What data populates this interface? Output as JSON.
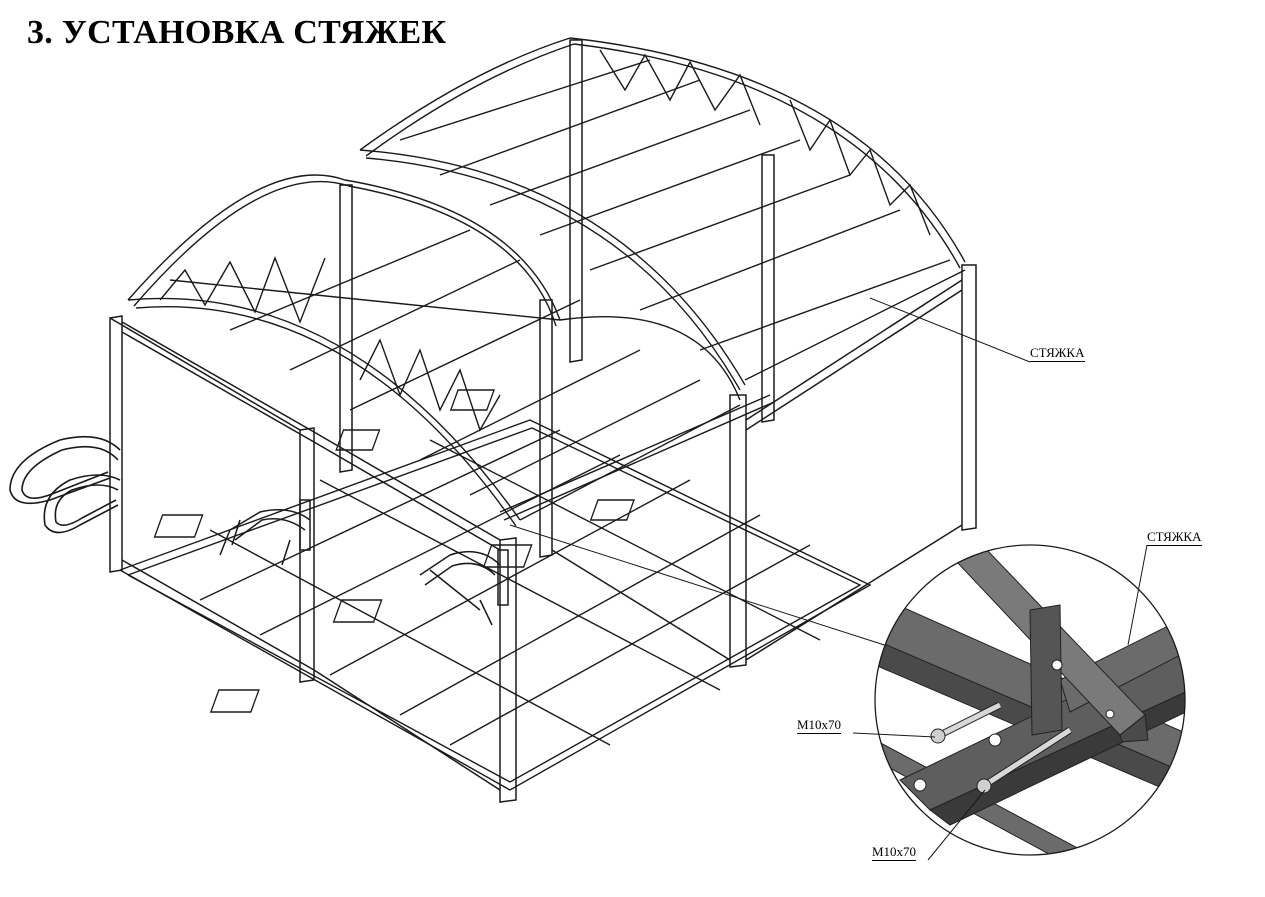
{
  "title": "3. УСТАНОВКА СТЯЖЕК",
  "callouts": {
    "tie_main": "СТЯЖКА",
    "tie_detail": "СТЯЖКА",
    "bolt_upper": "М10х70",
    "bolt_lower": "М10х70"
  },
  "colors": {
    "line": "#1a1a1a",
    "detail_metal": "#5e5e5e",
    "detail_dark": "#3a3a3a",
    "background": "#ffffff"
  }
}
